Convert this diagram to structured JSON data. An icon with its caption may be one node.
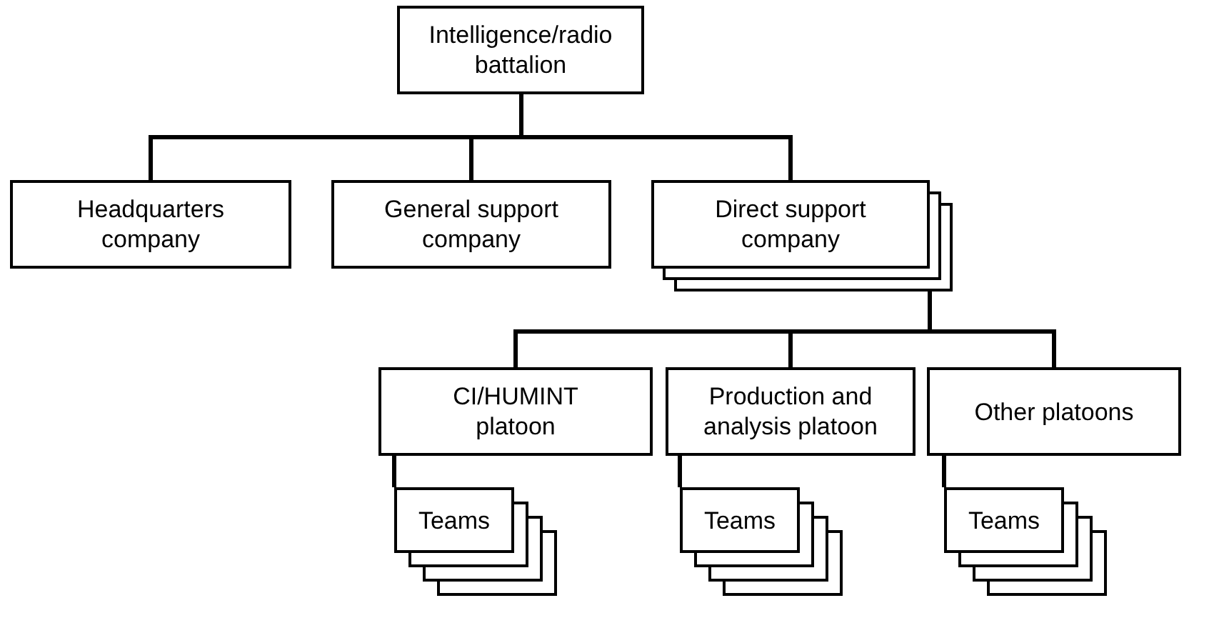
{
  "diagram": {
    "nodes": [
      {
        "text": [
          "Intelligence/radio battalion"
        ]
      },
      {
        "text": [
          "Headquarters company"
        ]
      },
      {
        "text": [
          "General support company"
        ]
      },
      {
        "text": [
          "Direct support company"
        ]
      },
      {
        "text": [
          "CI/HUMINT platoon"
        ]
      },
      {
        "text": [
          "Production and analysis platoon"
        ]
      },
      {
        "text": [
          "Other platoons"
        ]
      },
      {
        "text": [
          "Teams"
        ]
      },
      {
        "text": [
          "Teams"
        ]
      },
      {
        "text": [
          "Teams"
        ]
      }
    ],
    "edges": [
      {
        "from": 0,
        "to": 1,
        "arrow": "none"
      },
      {
        "from": 0,
        "to": 2,
        "arrow": "none"
      },
      {
        "from": 0,
        "to": 3,
        "arrow": "none"
      },
      {
        "from": 3,
        "to": 4,
        "arrow": "none"
      },
      {
        "from": 3,
        "to": 5,
        "arrow": "none"
      },
      {
        "from": 3,
        "to": 6,
        "arrow": "none"
      },
      {
        "from": 4,
        "to": 7,
        "arrow": "none"
      },
      {
        "from": 5,
        "to": 8,
        "arrow": "none"
      },
      {
        "from": 6,
        "to": 9,
        "arrow": "none"
      }
    ]
  }
}
